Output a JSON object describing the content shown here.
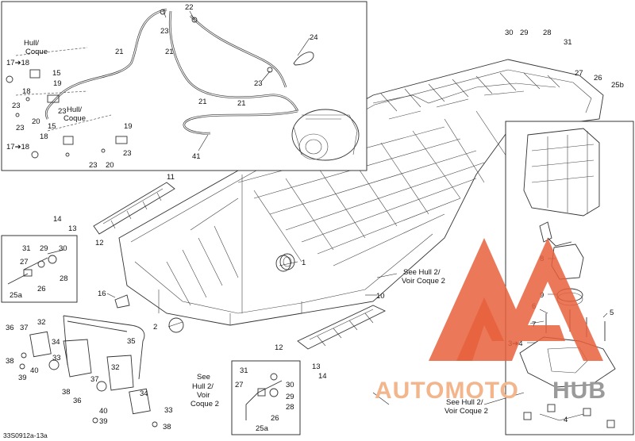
{
  "diagram": {
    "code": "33S0912a-13a",
    "callouts": {
      "c1": "1",
      "c2": "2",
      "c3_4": "3➔4",
      "c4": "4",
      "c5": "5",
      "c6": "6",
      "c7": "7",
      "c8": "8",
      "c9": "9",
      "c10": "10",
      "c11": "11",
      "c12a": "12",
      "c12b": "12",
      "c13a": "13",
      "c13b": "13",
      "c14a": "14",
      "c14b": "14",
      "c15a": "15",
      "c15b": "15",
      "c16": "16",
      "c17_18a": "17➔18",
      "c17_18b": "17➔18",
      "c18a": "18",
      "c18b": "18",
      "c19a": "19",
      "c19b": "19",
      "c20a": "20",
      "c20b": "20",
      "c21a": "21",
      "c21b": "21",
      "c21c": "21",
      "c21d": "21",
      "c22": "22",
      "c23a": "23",
      "c23b": "23",
      "c23c": "23",
      "c23d": "23",
      "c23e": "23",
      "c23f": "23",
      "c24": "24",
      "c25a_a": "25a",
      "c25a_b": "25a",
      "c25b": "25b",
      "c26a": "26",
      "c26b": "26",
      "c26c": "26",
      "c27a": "27",
      "c27b": "27",
      "c27c": "27",
      "c28a": "28",
      "c28b": "28",
      "c28c": "28",
      "c29a": "29",
      "c29b": "29",
      "c29c": "29",
      "c30a": "30",
      "c30b": "30",
      "c30c": "30",
      "c31a": "31",
      "c31b": "31",
      "c31c": "31",
      "c32a": "32",
      "c32b": "32",
      "c33a": "33",
      "c33b": "33",
      "c34a": "34",
      "c34b": "34",
      "c35": "35",
      "c36a": "36",
      "c36b": "36",
      "c37a": "37",
      "c37b": "37",
      "c38a": "38",
      "c38b": "38",
      "c39a": "39",
      "c39b": "39",
      "c40a": "40",
      "c40b": "40",
      "c41": "41"
    },
    "notes": {
      "hull_coque_1_a": "Hull/",
      "hull_coque_1_b": "Coque",
      "hull_coque_2_a": "Hull/",
      "hull_coque_2_b": "Coque",
      "see_hull2_a_1": "See Hull 2/",
      "see_hull2_a_2": "Voir Coque 2",
      "see_hull2_b_1": "See",
      "see_hull2_b_2": "Hull 2/",
      "see_hull2_b_3": "Voir",
      "see_hull2_b_4": "Coque 2",
      "see_hull2_c_1": "See Hull 2/",
      "see_hull2_c_2": "Voir Coque 2"
    }
  },
  "watermark": {
    "brand_a": "AUTOMOTO",
    "brand_b": "HUB",
    "color": "#e8603c"
  }
}
